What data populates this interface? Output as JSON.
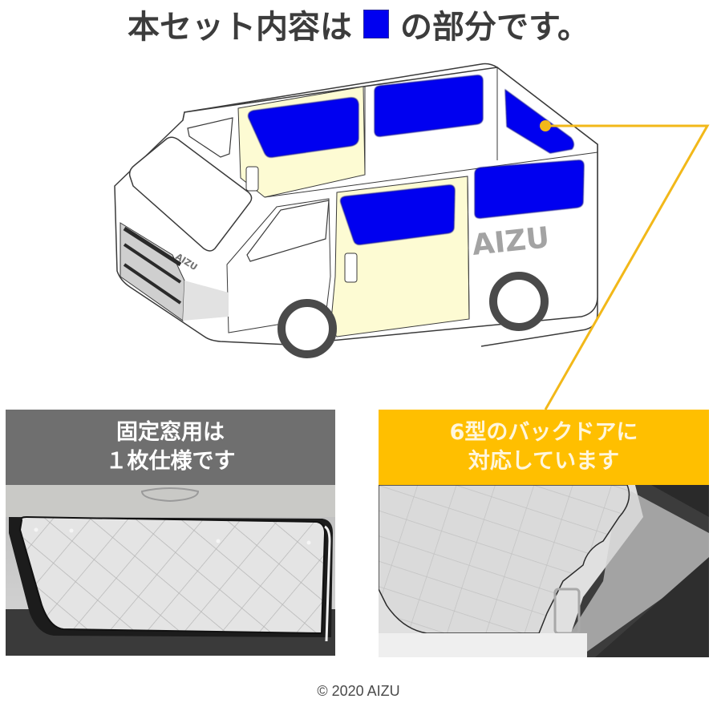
{
  "header": {
    "text_before": "本セット内容は",
    "text_after": "の部分です。",
    "legend_color": "#0000f0"
  },
  "illustration": {
    "subject": "van-diagram",
    "body_color": "#ffffff",
    "door_color": "#fdfbd3",
    "window_color": "#0000f0",
    "outline_color": "#3a3a3a",
    "logo_text": "AIZU",
    "logo_color": "#a3a3a3",
    "callout_color": "#f2b819"
  },
  "panels": [
    {
      "caption_line1": "固定窓用は",
      "caption_line2": "１枚仕様です",
      "caption_bg": "#6f6f6f",
      "photo": "side-window-quilted-shade"
    },
    {
      "caption_line1": "6型のバックドアに",
      "caption_line2": "対応しています",
      "caption_bg": "#ffbf00",
      "photo": "back-door-quilted-shade"
    }
  ],
  "footer": {
    "copyright": "© 2020 AIZU"
  }
}
